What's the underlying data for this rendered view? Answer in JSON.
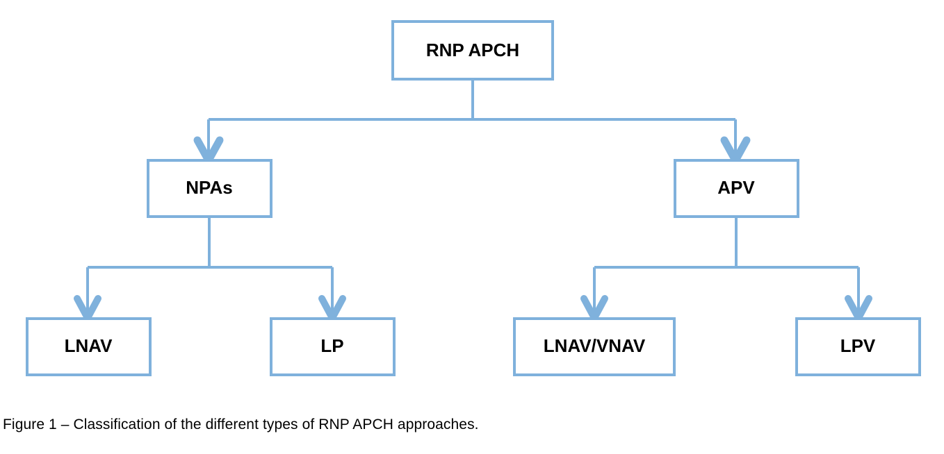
{
  "figure": {
    "caption": "Figure 1 – Classification of the different types of RNP APCH approaches.",
    "colors": {
      "box_border": "#7FB1DC",
      "connector": "#7FB1DC",
      "box_fill": "#FFFFFF",
      "label_text": "#000000",
      "background": "#FFFFFF"
    }
  },
  "diagram": {
    "type": "hierarchy-tree",
    "root": {
      "id": "rnp-apch",
      "label": "RNP APCH"
    },
    "level2": [
      {
        "id": "npas",
        "label": "NPAs"
      },
      {
        "id": "apv",
        "label": "APV"
      }
    ],
    "level3": [
      {
        "id": "lnav",
        "label": "LNAV",
        "parent": "npas"
      },
      {
        "id": "lp",
        "label": "LP",
        "parent": "npas"
      },
      {
        "id": "lnav-vnav",
        "label": "LNAV/VNAV",
        "parent": "apv"
      },
      {
        "id": "lpv",
        "label": "LPV",
        "parent": "apv"
      }
    ],
    "edges": [
      {
        "from": "rnp-apch",
        "to": "npas"
      },
      {
        "from": "rnp-apch",
        "to": "apv"
      },
      {
        "from": "npas",
        "to": "lnav"
      },
      {
        "from": "npas",
        "to": "lp"
      },
      {
        "from": "apv",
        "to": "lnav-vnav"
      },
      {
        "from": "apv",
        "to": "lpv"
      }
    ]
  }
}
